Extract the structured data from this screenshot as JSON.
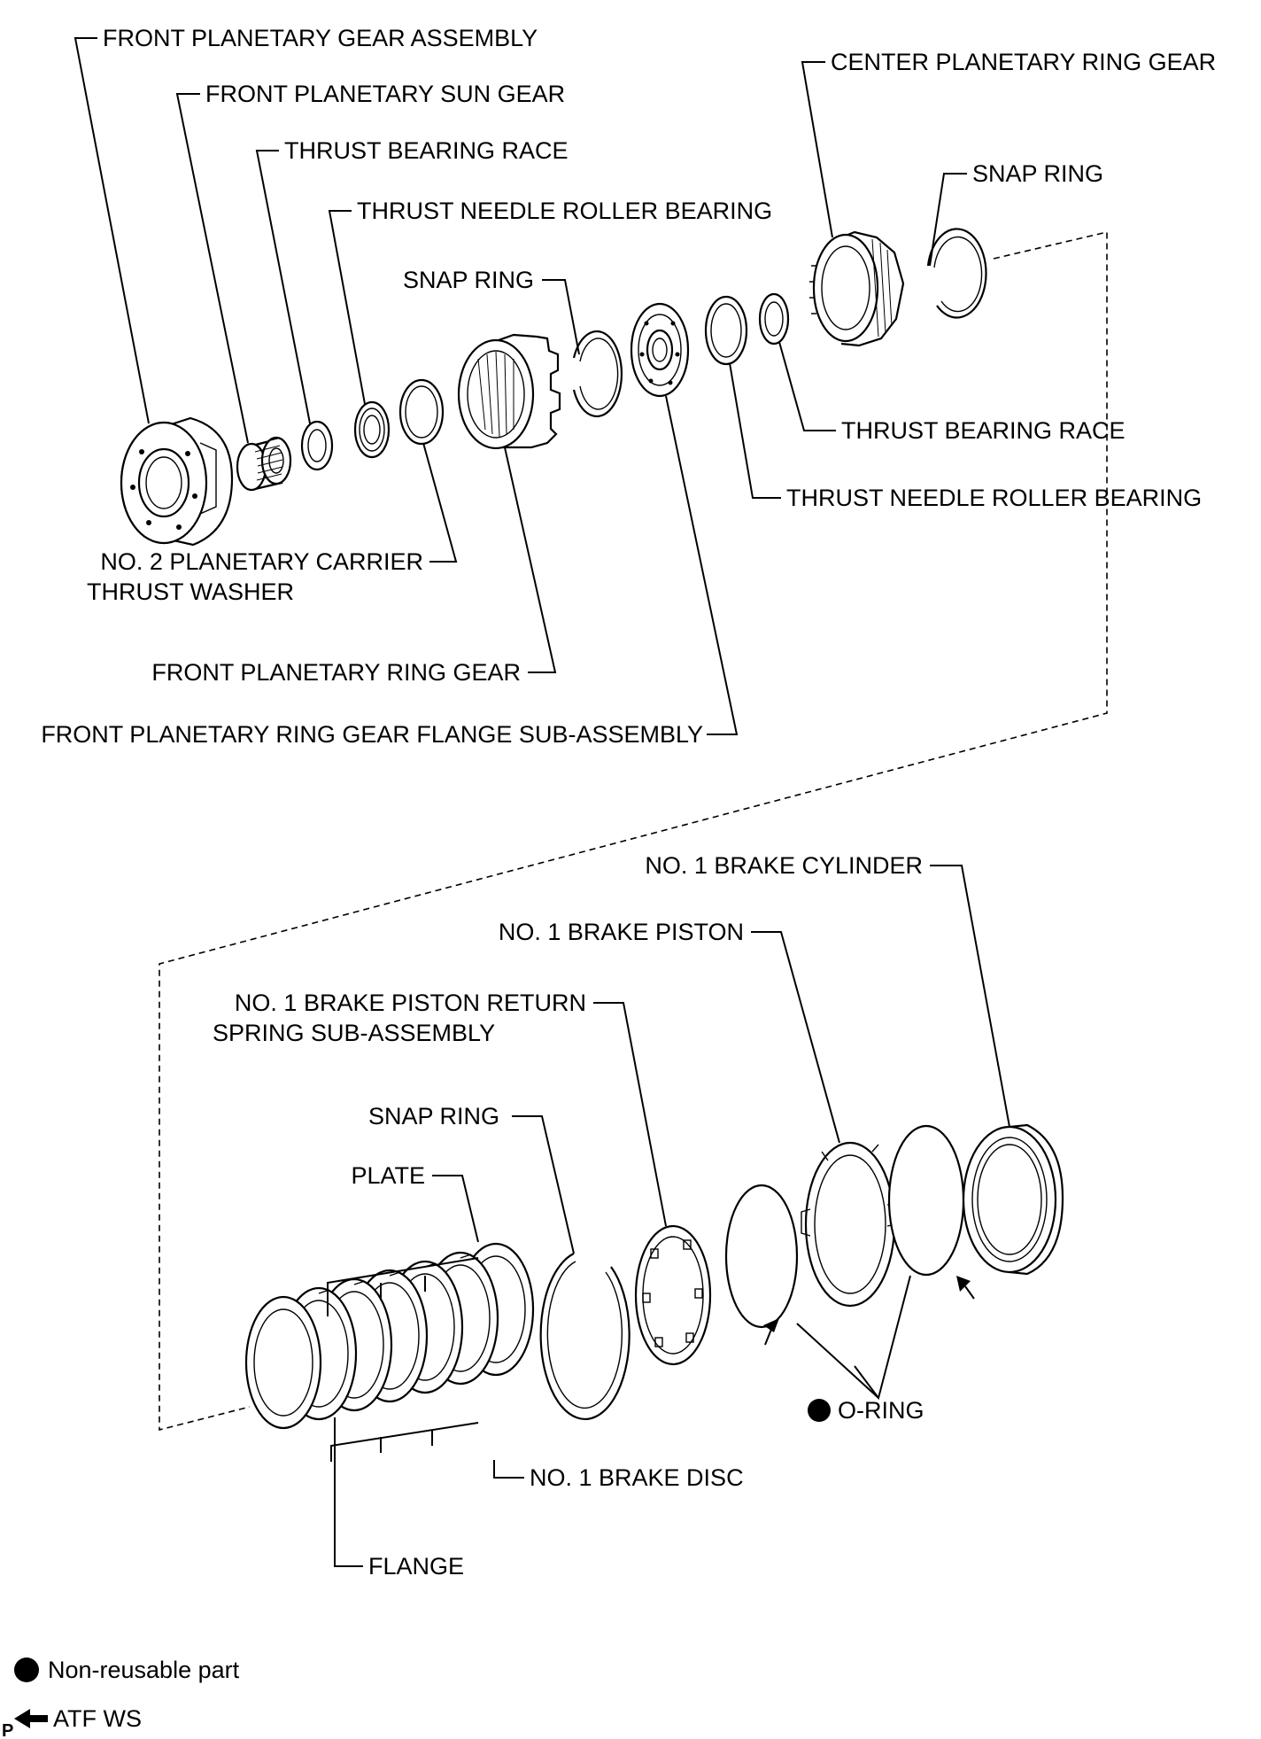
{
  "labels": {
    "front_planetary_gear_assembly": "FRONT PLANETARY GEAR ASSEMBLY",
    "front_planetary_sun_gear": "FRONT PLANETARY SUN GEAR",
    "thrust_bearing_race_1": "THRUST BEARING RACE",
    "thrust_needle_roller_bearing_1": "THRUST NEEDLE ROLLER BEARING",
    "snap_ring_1": "SNAP RING",
    "center_planetary_ring_gear": "CENTER PLANETARY RING GEAR",
    "snap_ring_2": "SNAP RING",
    "thrust_bearing_race_2": "THRUST BEARING RACE",
    "thrust_needle_roller_bearing_2": "THRUST NEEDLE ROLLER BEARING",
    "no2_planetary_carrier_thrust_washer_line1": "NO. 2 PLANETARY CARRIER",
    "no2_planetary_carrier_thrust_washer_line2": "THRUST WASHER",
    "front_planetary_ring_gear": "FRONT PLANETARY RING GEAR",
    "front_planetary_ring_gear_flange": "FRONT PLANETARY RING GEAR FLANGE SUB-ASSEMBLY",
    "no1_brake_cylinder": "NO. 1 BRAKE CYLINDER",
    "no1_brake_piston": "NO. 1 BRAKE PISTON",
    "no1_brake_piston_return_spring_line1": "NO. 1 BRAKE PISTON RETURN",
    "no1_brake_piston_return_spring_line2": "SPRING SUB-ASSEMBLY",
    "snap_ring_3": "SNAP RING",
    "plate": "PLATE",
    "o_ring": "O-RING",
    "no1_brake_disc": "NO. 1 BRAKE DISC",
    "flange": "FLANGE"
  },
  "legend": {
    "non_reusable": "Non-reusable part",
    "atf": "ATF WS"
  },
  "corner_mark": "P",
  "icons": {
    "non_reusable_marker": "filled-circle-icon",
    "atf_marker": "arrow-left-icon"
  }
}
